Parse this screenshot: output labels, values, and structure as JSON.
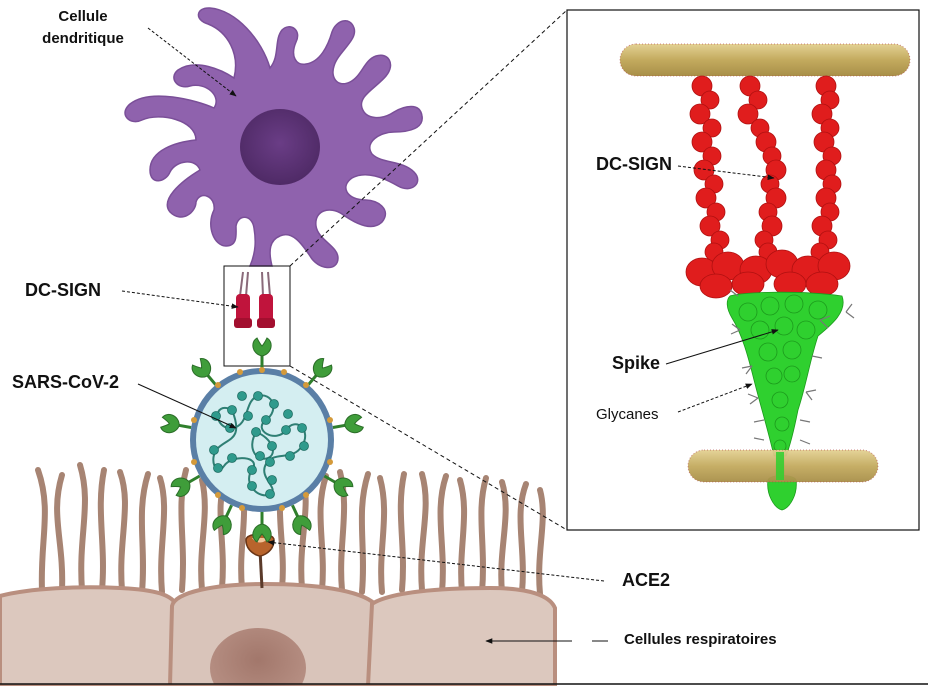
{
  "labels": {
    "dendritic_cell": "Cellule dendritique",
    "dc_sign_left": "DC-SIGN",
    "sars_cov_2": "SARS-CoV-2",
    "ace2": "ACE2",
    "respiratory_cells": "Cellules respiratoires",
    "dc_sign_inset": "DC-SIGN",
    "spike": "Spike",
    "glycans": "Glycanes"
  },
  "colors": {
    "dendritic_cell": "#8f62ad",
    "dendritic_nucleus": "#5e3478",
    "virus_fill": "#d4eef1",
    "virus_envelope": "#5a7fa6",
    "rna": "#2f9a8c",
    "spike_green": "#3f9d3a",
    "dc_sign_red": "#e01d1d",
    "spike_bright_green": "#2fd02f",
    "membrane_gold": "#c9b268",
    "respiratory_cell": "#dcc8be",
    "cilia": "#a78473",
    "ace2": "#b8642c"
  }
}
